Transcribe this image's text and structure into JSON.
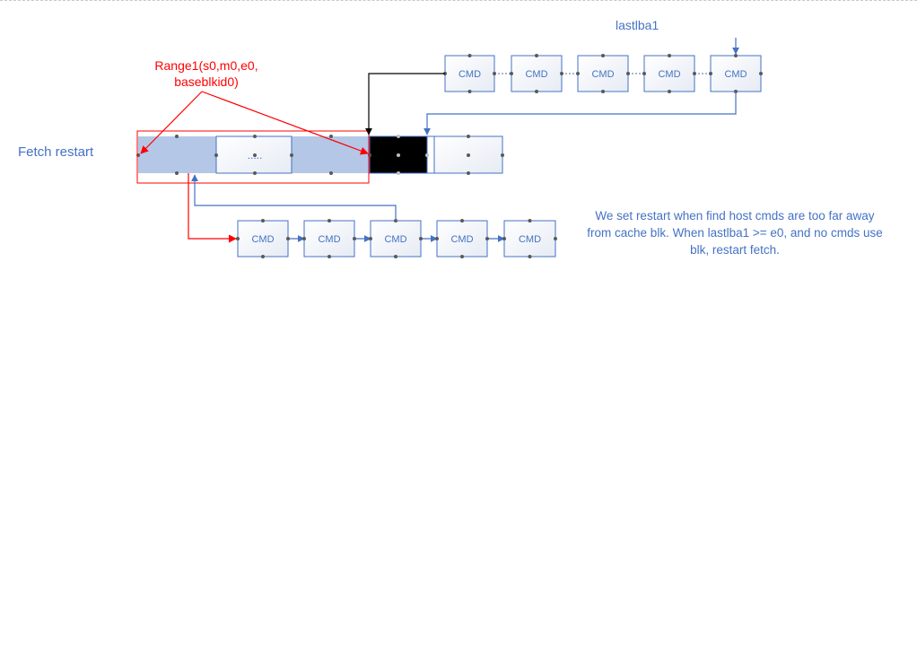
{
  "labels": {
    "fetch_restart": "Fetch restart",
    "range_line1": "Range1(s0,m0,e0,",
    "range_line2": "baseblkid0)",
    "lastlba": "lastlba1",
    "note_line1": "We set restart when find host cmds are too far away",
    "note_line2": "from cache blk. When lastlba1 >= e0,  and no cmds use",
    "note_line3": "blk, restart fetch."
  },
  "top_queue": [
    "CMD",
    "CMD",
    "CMD",
    "CMD",
    "CMD"
  ],
  "bottom_queue": [
    "CMD",
    "CMD",
    "CMD",
    "CMD",
    "CMD"
  ],
  "buffer": {
    "ellipsis": "....."
  },
  "colors": {
    "blue_text": "#4472c4",
    "red": "#ff0000",
    "block_fill": "#b4c7e7",
    "box_border": "#4472c4",
    "black": "#000000"
  }
}
